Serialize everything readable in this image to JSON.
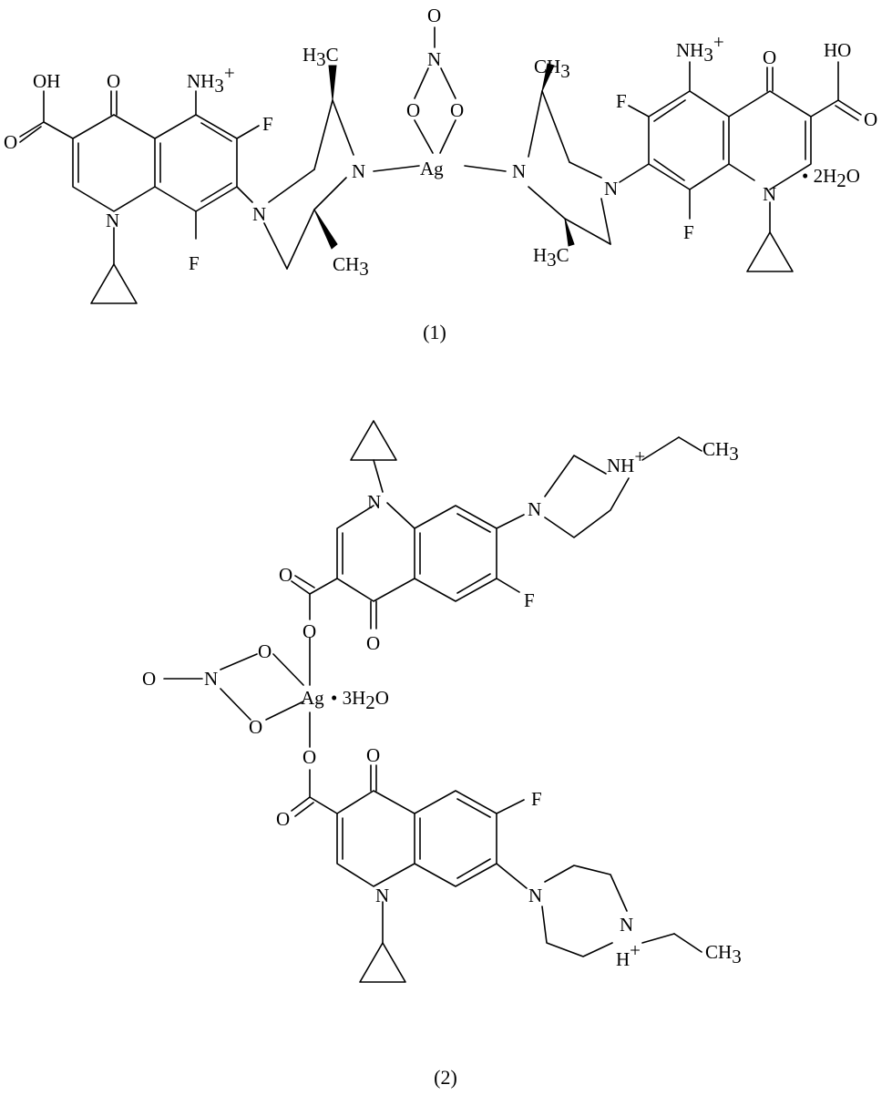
{
  "compound1": {
    "caption_open": "(",
    "caption_num": "1",
    "caption_close": ")",
    "labels": {
      "cooh_left": "OH",
      "o_left_carboxyl": "O",
      "keto_left": "O",
      "nh3_left": "NH",
      "nh3_left_sub": "3",
      "nh3_left_sup": "+",
      "f_left_top": "F",
      "f_left_bottom": "F",
      "n1_left": "N",
      "n_pip_left_a": "N",
      "n_pip_left_b": "N",
      "h3c_top": "H",
      "h3c_top_sub": "3",
      "h3c_top_c": "C",
      "ch3_left": "CH",
      "ch3_left_sub": "3",
      "ag": "Ag",
      "nitrate_o_top": "O",
      "nitrate_n": "N",
      "nitrate_o_left": "O",
      "nitrate_o_right": "O",
      "n_pip_right_a": "N",
      "n_pip_right_b": "N",
      "ch3_right_top": "CH",
      "ch3_right_top_sub": "3",
      "h3c_right_bottom": "H",
      "h3c_right_bottom_sub": "3",
      "h3c_right_bottom_c": "C",
      "nh3_right": "NH",
      "nh3_right_sub": "3",
      "nh3_right_sup": "+",
      "keto_right": "O",
      "cooh_right": "HO",
      "o_right_carboxyl": "O",
      "f_right_top": "F",
      "f_right_bottom": "F",
      "n1_right": "N",
      "hydrate": "• 2H",
      "hydrate_sub": "2",
      "hydrate_o": "O"
    }
  },
  "compound2": {
    "caption_open": "(",
    "caption_num": "2",
    "caption_close": ")",
    "labels": {
      "n1_top": "N",
      "n_pip_top_a": "N",
      "nh_top": "NH",
      "nh_top_sup": "+",
      "ch3_top": "CH",
      "ch3_top_sub": "3",
      "f_top": "F",
      "o_carboxyl_top": "O",
      "o_link_top": "O",
      "keto_top": "O",
      "nitrate_o_end": "O",
      "nitrate_n": "N",
      "nitrate_o_up": "O",
      "nitrate_o_down": "O",
      "ag": "Ag",
      "hydrate": "• 3H",
      "hydrate_sub": "2",
      "hydrate_o": "O",
      "o_link_bottom": "O",
      "o_carboxyl_bottom": "O",
      "keto_bottom": "O",
      "f_bottom": "F",
      "n1_bottom": "N",
      "n_pip_bottom_a": "N",
      "n_pip_bottom_b": "N",
      "h_plus_bottom": "H",
      "h_plus_bottom_sup": "+",
      "ch3_bottom": "CH",
      "ch3_bottom_sub": "3"
    }
  }
}
